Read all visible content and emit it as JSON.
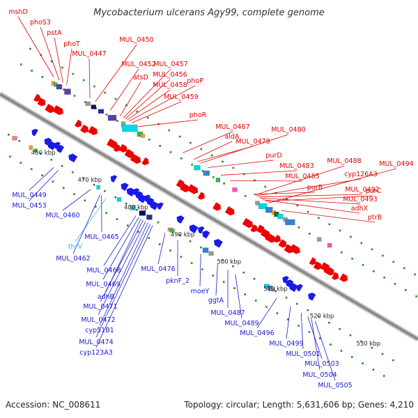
{
  "title": "Mycobacterium ulcerans Agy99, complete genome",
  "footer": {
    "accession": "Accession: NC_008611",
    "summary": "Topology: circular; Length: 5,631,606 bp; Genes: 4,210"
  },
  "colors": {
    "forward_label": "#e00000",
    "reverse_label": "#1a1ad0",
    "trna_label": "#33bbee",
    "forward_gene": "#ee0000",
    "reverse_gene": "#1a1ae6",
    "backbone": "#8a8a8a",
    "dots": "#228822"
  },
  "axis": {
    "ticks": [
      {
        "label": "460 kbp",
        "kb": 460
      },
      {
        "label": "470 kbp",
        "kb": 470
      },
      {
        "label": "480 kbp",
        "kb": 480
      },
      {
        "label": "490 kbp",
        "kb": 490
      },
      {
        "label": "500 kbp",
        "kb": 500
      },
      {
        "label": "510 kbp",
        "kb": 510
      },
      {
        "label": "520 kbp",
        "kb": 520
      },
      {
        "label": "530 kbp",
        "kb": 530
      }
    ]
  },
  "features": {
    "forward": [
      {
        "name": "mshD",
        "kb": 453.0
      },
      {
        "name": "phoS3",
        "kb": 454.2
      },
      {
        "name": "pstA",
        "kb": 455.0
      },
      {
        "name": "phoT",
        "kb": 455.8
      },
      {
        "name": "MUL_0447",
        "kb": 460.8
      },
      {
        "name": "MUL_0450",
        "kb": 462.0
      },
      {
        "name": "MUL_0452",
        "kb": 465.2
      },
      {
        "name": "atsD",
        "kb": 467.3
      },
      {
        "name": "MUL_0457",
        "kb": 468.0
      },
      {
        "name": "MUL_0456",
        "kb": 468.4
      },
      {
        "name": "MUL_0458",
        "kb": 468.8
      },
      {
        "name": "phoP",
        "kb": 469.2
      },
      {
        "name": "MUL_0459",
        "kb": 469.8
      },
      {
        "name": "phoR",
        "kb": 471.2
      },
      {
        "name": "MUL_0467",
        "kb": 480.8
      },
      {
        "name": "aldA",
        "kb": 483.2
      },
      {
        "name": "MUL_0478",
        "kb": 484.0
      },
      {
        "name": "MUL_0480",
        "kb": 484.6
      },
      {
        "name": "purD",
        "kb": 486.2
      },
      {
        "name": "MUL_0483",
        "kb": 489.0
      },
      {
        "name": "MUL_0485",
        "kb": 491.0
      },
      {
        "name": "purB",
        "kb": 496.0
      },
      {
        "name": "MUL_0488",
        "kb": 496.3
      },
      {
        "name": "cyp126A3",
        "kb": 496.6
      },
      {
        "name": "MUL_0492",
        "kb": 497.0
      },
      {
        "name": "MUL_0493",
        "kb": 497.4
      },
      {
        "name": "adhX",
        "kb": 498.0
      },
      {
        "name": "purC",
        "kb": 498.6
      },
      {
        "name": "MUL_0494",
        "kb": 499.2
      },
      {
        "name": "ptrB",
        "kb": 502.0
      }
    ],
    "reverse": [
      {
        "name": "MUL_0449",
        "kb": 461.5
      },
      {
        "name": "MUL_0453",
        "kb": 462.5
      },
      {
        "name": "MUL_0460",
        "kb": 469.5
      },
      {
        "name": "MUL_0465",
        "kb": 471.8
      },
      {
        "name": "thrV",
        "kb": 472.8,
        "trna": true
      },
      {
        "name": "MUL_0462",
        "kb": 471.5
      },
      {
        "name": "MUL_0468",
        "kb": 479.2
      },
      {
        "name": "MUL_0469",
        "kb": 479.8
      },
      {
        "name": "adhB",
        "kb": 480.3
      },
      {
        "name": "MUL_0471",
        "kb": 480.8
      },
      {
        "name": "MUL_0472",
        "kb": 481.3
      },
      {
        "name": "cyp51B1",
        "kb": 481.8
      },
      {
        "name": "MUL_0474",
        "kb": 482.3
      },
      {
        "name": "cyp123A3",
        "kb": 482.8
      },
      {
        "name": "MUL_0476",
        "kb": 485.5
      },
      {
        "name": "pknF_2",
        "kb": 488.2
      },
      {
        "name": "moeY",
        "kb": 493.2
      },
      {
        "name": "ggtA",
        "kb": 496.8
      },
      {
        "name": "MUL_0487",
        "kb": 499.0
      },
      {
        "name": "MUL_0489",
        "kb": 500.6
      },
      {
        "name": "MUL_0496",
        "kb": 509.5
      },
      {
        "name": "MUL_0499",
        "kb": 512.5
      },
      {
        "name": "MUL_0501",
        "kb": 514.8
      },
      {
        "name": "MUL_0503",
        "kb": 516.2
      },
      {
        "name": "MUL_0504",
        "kb": 517.0
      },
      {
        "name": "MUL_0505",
        "kb": 517.8
      }
    ]
  }
}
